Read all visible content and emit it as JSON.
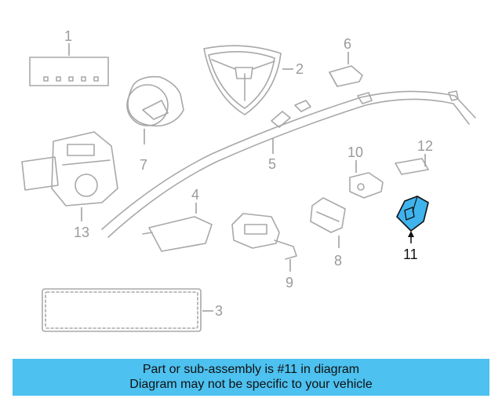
{
  "diagram": {
    "callouts": [
      "1",
      "2",
      "3",
      "4",
      "5",
      "6",
      "7",
      "8",
      "9",
      "10",
      "11",
      "12",
      "13"
    ],
    "highlighted_part": "11",
    "highlight_color": "#3fb3ec"
  },
  "banner": {
    "line1": "Part or sub-assembly is #11 in diagram",
    "line2": "Diagram may not be specific to your vehicle",
    "background": "#4dc1f0"
  }
}
